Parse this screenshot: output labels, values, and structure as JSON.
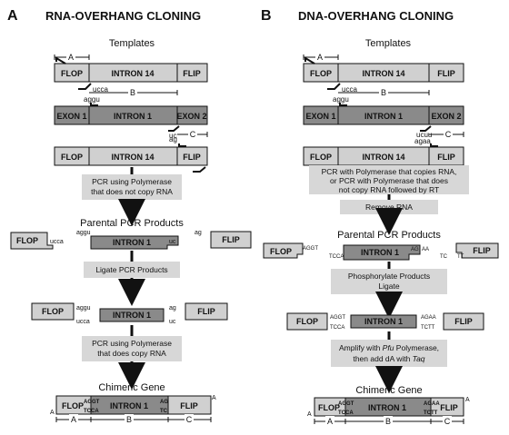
{
  "panelA": {
    "letter": "A",
    "title": "RNA-OVERHANG CLONING",
    "templates": "Templates",
    "flop": "FLOP",
    "intron14": "INTRON 14",
    "flip": "FLIP",
    "exon1": "EXON 1",
    "intron1": "INTRON 1",
    "exon2": "EXON 2",
    "seg_a": "A",
    "seg_b": "B",
    "seg_c": "C",
    "ucca": "ucca",
    "aggu": "aggu",
    "uc": "uc",
    "ag": "ag",
    "step1": [
      "PCR using Polymerase",
      "that does not copy RNA"
    ],
    "parental": "Parental PCR Products",
    "ligate": "Ligate PCR Products",
    "step3": [
      "PCR using Polymerase",
      "that does copy RNA"
    ],
    "chimeric": "Chimeric Gene",
    "aggt": "AGGT",
    "tcca": "TCCA",
    "tc": "TC",
    "ag_cap": "AG",
    "tail_a": "A"
  },
  "panelB": {
    "letter": "B",
    "title": "DNA-OVERHANG CLONING",
    "templates": "Templates",
    "flop": "FLOP",
    "intron14": "INTRON 14",
    "flip": "FLIP",
    "exon1": "EXON 1",
    "intron1": "INTRON 1",
    "exon2": "EXON 2",
    "seg_a": "A",
    "seg_b": "B",
    "seg_c": "C",
    "ucca": "ucca",
    "aggu": "aggu",
    "ucuu": "ucuu",
    "agaa": "agaa",
    "step1": [
      "PCR with Polymerase that copies RNA,",
      "or PCR with Polymerase that does",
      "not copy RNA followed by RT"
    ],
    "remove": "Remove RNA",
    "parental": "Parental PCR Products",
    "aggt": "AGGT",
    "tcca": "TCCA",
    "agaa_cap": "AGAA",
    "tctt": "TCTT",
    "aa": "AA",
    "tc": "TC",
    "tt": "TT",
    "ag_cap": "AG",
    "phos": [
      "Phosphorylate Products",
      "Ligate"
    ],
    "amplify": [
      "Amplify with ",
      "Pfu",
      " Polymerase,",
      "then add dA with ",
      "Taq"
    ],
    "chimeric": "Chimeric Gene",
    "tail_a": "A"
  }
}
